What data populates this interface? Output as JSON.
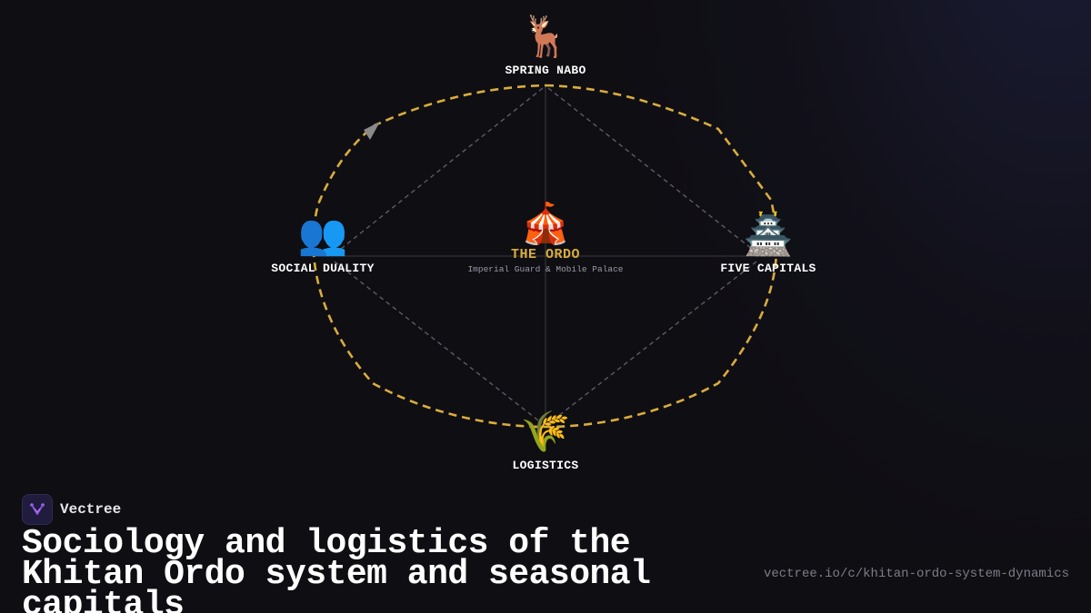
{
  "diagram": {
    "nodes": {
      "top": {
        "label": "SPRING NABO",
        "icon": "deer-icon",
        "glyph": "🦌"
      },
      "left": {
        "label": "SOCIAL DUALITY",
        "icon": "people-icon",
        "glyph": "👥"
      },
      "right": {
        "label": "FIVE CAPITALS",
        "icon": "castle-icon",
        "glyph": "🏯"
      },
      "bottom": {
        "label": "LOGISTICS",
        "icon": "grain-icon",
        "glyph": "🌾"
      },
      "center": {
        "title": "THE ORDO",
        "subtitle": "Imperial Guard & Mobile Palace",
        "icon": "circus-tent-icon",
        "glyph": "🎪"
      }
    },
    "colors": {
      "cycle": "#d9ad3c",
      "spokes": "#5c5c66",
      "axes": "#3a3a42",
      "arrow": "#8a8a8a"
    }
  },
  "brand": {
    "name": "Vectree",
    "logo_icon": "vectree-logo-icon"
  },
  "headline": "Sociology and logistics of the Khitan Ordo system and seasonal capitals",
  "url": "vectree.io/c/khitan-ordo-system-dynamics"
}
